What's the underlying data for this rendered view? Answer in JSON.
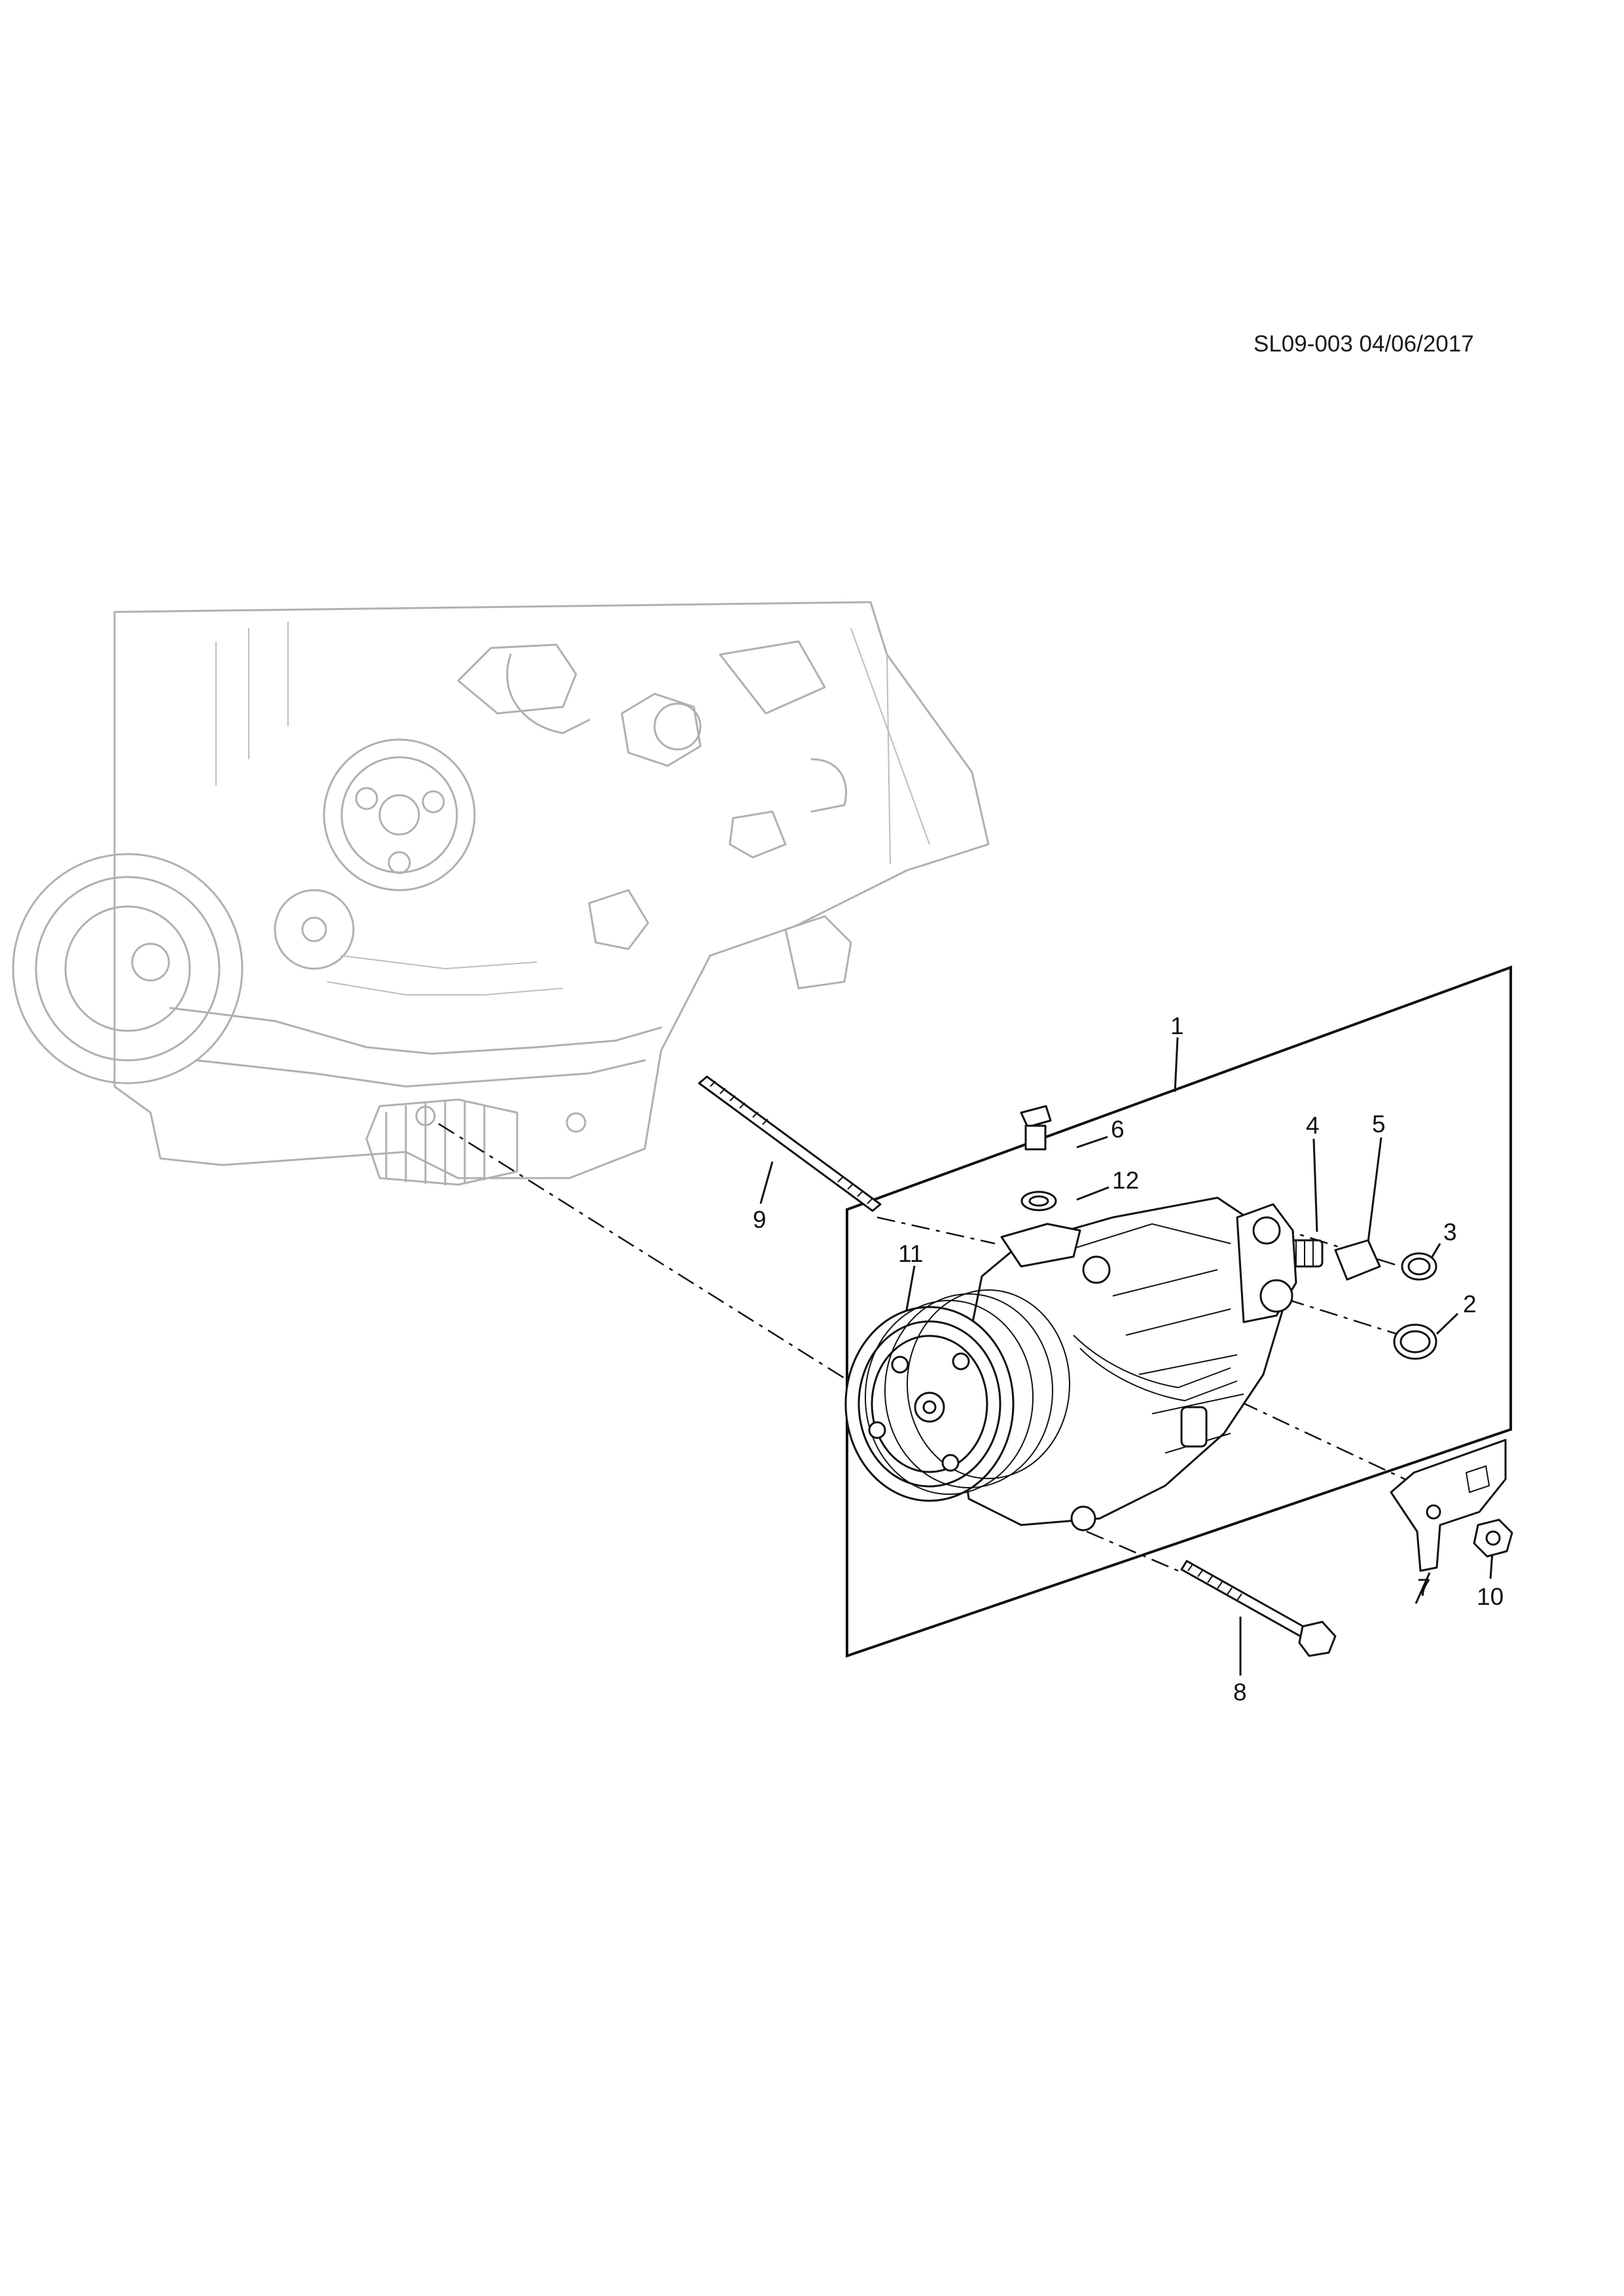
{
  "header": {
    "doc_reference": "SL09-003 04/06/2017"
  },
  "callouts": [
    {
      "id": "1",
      "label": "1"
    },
    {
      "id": "2",
      "label": "2"
    },
    {
      "id": "3",
      "label": "3"
    },
    {
      "id": "4",
      "label": "4"
    },
    {
      "id": "5",
      "label": "5"
    },
    {
      "id": "6",
      "label": "6"
    },
    {
      "id": "7",
      "label": "7"
    },
    {
      "id": "8",
      "label": "8"
    },
    {
      "id": "9",
      "label": "9"
    },
    {
      "id": "10",
      "label": "10"
    },
    {
      "id": "11",
      "label": "11"
    },
    {
      "id": "12",
      "label": "12"
    }
  ]
}
